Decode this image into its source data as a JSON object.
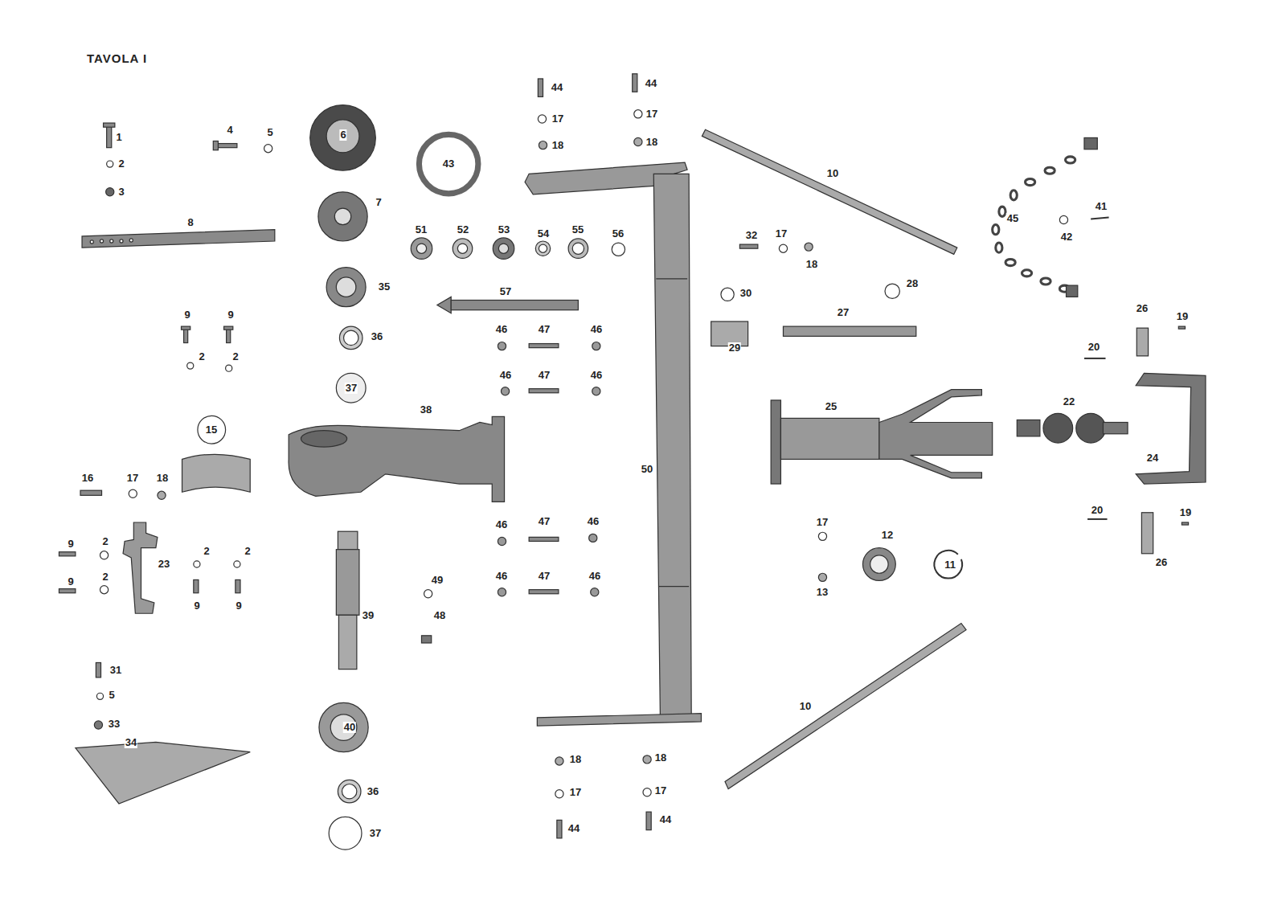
{
  "diagram": {
    "title": "TAVOLA I",
    "labels": [
      "1",
      "2",
      "3",
      "4",
      "5",
      "6",
      "44",
      "44",
      "17",
      "17",
      "18",
      "18",
      "43",
      "10",
      "45",
      "41",
      "42",
      "7",
      "8",
      "51",
      "52",
      "53",
      "54",
      "55",
      "56",
      "32",
      "17",
      "18",
      "30",
      "28",
      "35",
      "57",
      "27",
      "26",
      "19",
      "9",
      "9",
      "2",
      "2",
      "36",
      "46",
      "47",
      "46",
      "29",
      "20",
      "37",
      "46",
      "47",
      "46",
      "22",
      "15",
      "38",
      "25",
      "50",
      "24",
      "16",
      "17",
      "18",
      "46",
      "47",
      "46",
      "20",
      "19",
      "9",
      "2",
      "23",
      "2",
      "2",
      "17",
      "12",
      "11",
      "26",
      "9",
      "2",
      "9",
      "9",
      "13",
      "49",
      "48",
      "46",
      "47",
      "46",
      "39",
      "31",
      "5",
      "33",
      "40",
      "34",
      "10",
      "18",
      "18",
      "36",
      "17",
      "17",
      "37",
      "44",
      "44"
    ]
  }
}
